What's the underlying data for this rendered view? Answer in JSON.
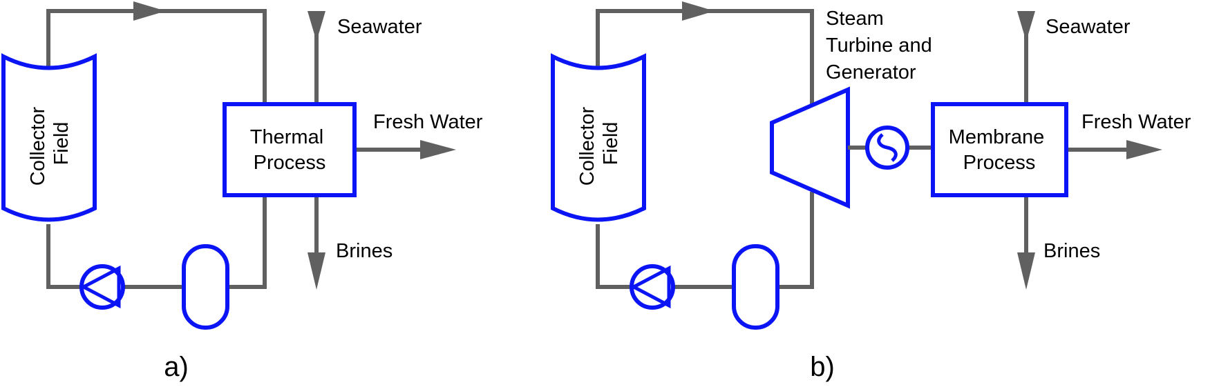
{
  "diagram_a": {
    "collector_line1": "Collector",
    "collector_line2": "Field",
    "process_line1": "Thermal",
    "process_line2": "Process",
    "seawater": "Seawater",
    "fresh_water": "Fresh Water",
    "brines": "Brines",
    "panel_label": "a)"
  },
  "diagram_b": {
    "collector_line1": "Collector",
    "collector_line2": "Field",
    "turbine_line1": "Steam",
    "turbine_line2": "Turbine and",
    "turbine_line3": "Generator",
    "process_line1": "Membrane",
    "process_line2": "Process",
    "seawater": "Seawater",
    "fresh_water": "Fresh Water",
    "brines": "Brines",
    "panel_label": "b)"
  },
  "colors": {
    "pipe": "#606060",
    "equipment": "#0a14f5"
  }
}
